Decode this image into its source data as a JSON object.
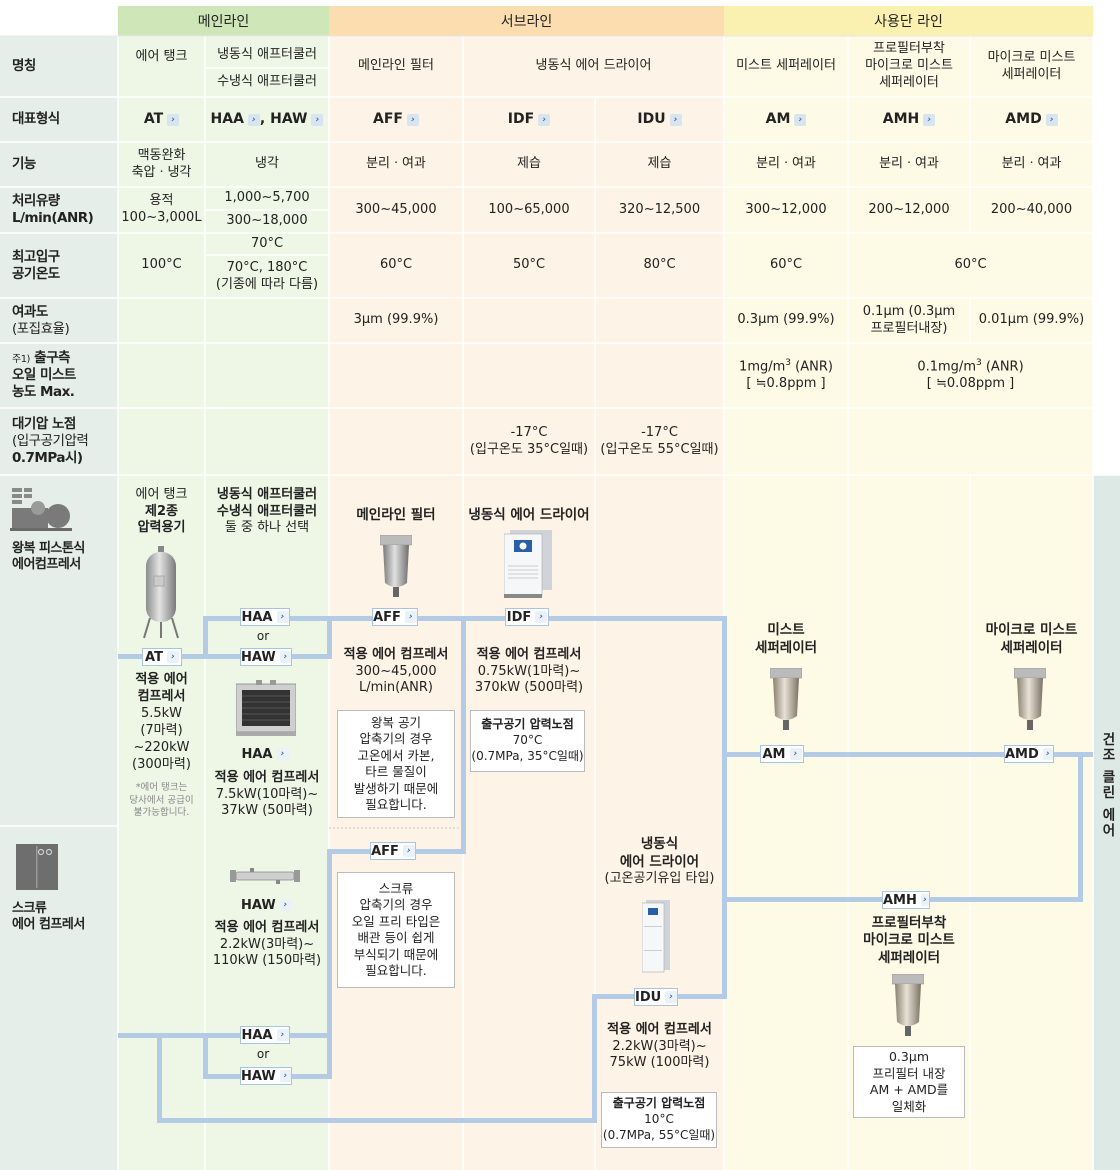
{
  "headers": {
    "main": "메인라인",
    "sub": "서브라인",
    "use": "사용단 라인"
  },
  "row_labels": {
    "name": [
      "명칭"
    ],
    "model": [
      "대표형식"
    ],
    "function": [
      "기능"
    ],
    "flow": [
      "처리유량",
      "L/min(ANR)"
    ],
    "temp": [
      "최고입구",
      "공기온도"
    ],
    "filtration": [
      "여과도",
      "(포집효율)"
    ],
    "oil_prefix": "주1)",
    "oil": [
      "출구측",
      "오일 미스트",
      "농도 Max."
    ],
    "dew": [
      "대기압 노점",
      "(입구공기압력",
      "0.7MPa시)"
    ]
  },
  "names": {
    "at": "에어 탱크",
    "haa": "냉동식 애프터쿨러",
    "haw": "수냉식 애프터쿨러",
    "aff": "메인라인 필터",
    "idf_idu": "냉동식 에어 드라이어",
    "am": "미스트 세퍼레이터",
    "amh": [
      "프로필터부착",
      "마이크로 미스트",
      "세퍼레이터"
    ],
    "amd": [
      "마이크로 미스트",
      "세퍼레이터"
    ]
  },
  "models": {
    "at": "AT",
    "haa": "HAA",
    "haa_sep": ", ",
    "haw": "HAW",
    "aff": "AFF",
    "idf": "IDF",
    "idu": "IDU",
    "am": "AM",
    "amh": "AMH",
    "amd": "AMD"
  },
  "functions": {
    "at": [
      "맥동완화",
      "축압ㆍ냉각"
    ],
    "ha": "냉각",
    "aff": "분리ㆍ여과",
    "idf": "제습",
    "idu": "제습",
    "am": "분리ㆍ여과",
    "amh": "분리ㆍ여과",
    "amd": "분리ㆍ여과"
  },
  "flows": {
    "at": [
      "용적",
      "100~3,000L"
    ],
    "haa": "1,000~5,700",
    "haw": "300~18,000",
    "aff": "300~45,000",
    "idf": "100~65,000",
    "idu": "320~12,500",
    "am": "300~12,000",
    "amh": "200~12,000",
    "amd": "200~40,000"
  },
  "temps": {
    "at": "100°C",
    "haa": "70°C",
    "haw": [
      "70°C, 180°C",
      "(기종에 따라 다름)"
    ],
    "aff": "60°C",
    "idf": "50°C",
    "idu": "80°C",
    "am": "60°C",
    "amh_amd": "60°C"
  },
  "filtration": {
    "aff": "3μm (99.9%)",
    "am": "0.3μm (99.9%)",
    "amh": [
      "0.1μm (0.3μm",
      "프로필터내장)"
    ],
    "amd": "0.01μm (99.9%)"
  },
  "oil": {
    "am": {
      "main": "1mg/m",
      "sup": "3",
      "rest": " (ANR)",
      "line2": "[ ≒0.8ppm ]"
    },
    "amh_amd": {
      "main": "0.1mg/m",
      "sup": "3",
      "rest": " (ANR)",
      "line2": "[ ≒0.08ppm ]"
    }
  },
  "dew": {
    "idf": [
      "-17°C",
      "(입구온도 35°C일때)"
    ],
    "idu": [
      "-17°C",
      "(입구온도 55°C일때)"
    ]
  },
  "flow_diagram": {
    "piston": [
      "왕복 피스톤식",
      "에어컴프레서"
    ],
    "screw": [
      "스크류",
      "에어 컴프레서"
    ],
    "tank": [
      "에어 탱크",
      "제2종",
      "압력용기"
    ],
    "coolers": [
      "냉동식 애프터쿨러",
      "수냉식 애프터쿨러",
      "둘 중 하나 선택"
    ],
    "main_filter": "메인라인 필터",
    "dryer": "냉동식 에어 드라이어",
    "or": "or",
    "at_spec": [
      "적용 에어",
      "컴프레서",
      "5.5kW",
      "(7마력)",
      "~220kW",
      "(300마력)"
    ],
    "at_note": [
      "*에어 탱크는",
      "당사에서 공급이",
      "불가능합니다."
    ],
    "haa_spec": [
      "적용 에어 컴프레서",
      "7.5kW(10마력)~",
      "37kW (50마력)"
    ],
    "aff_spec": [
      "적용 에어 컴프레서",
      "300~45,000",
      "L/min(ANR)"
    ],
    "aff_note1": [
      "왕복 공기",
      "압축기의 경우",
      "고온에서 카본,",
      "타르 물질이",
      "발생하기 때문에",
      "필요합니다."
    ],
    "idf_spec": [
      "적용 에어 컴프레서",
      "0.75kW(1마력)~",
      "370kW (500마력)"
    ],
    "idf_note": [
      "출구공기 압력노점",
      "70°C",
      "(0.7MPa, 35°C일때)"
    ],
    "mist": [
      "미스트",
      "세퍼레이터"
    ],
    "micro": [
      "마이크로 미스트",
      "세퍼레이터"
    ],
    "clean": "건조 클린 에어",
    "haw_spec": [
      "적용 에어 컴프레서",
      "2.2kW(3마력)~",
      "110kW (150마력)"
    ],
    "aff_note2": [
      "스크류",
      "압축기의 경우",
      "오일 프리 타입은",
      "배관 등이 쉽게",
      "부식되기 때문에",
      "필요합니다."
    ],
    "idu_title": [
      "냉동식",
      "에어 드라이어",
      "(고온공기유입 타입)"
    ],
    "idu_spec": [
      "적용 에어 컴프레서",
      "2.2kW(3마력)~",
      "75kW (100마력)"
    ],
    "idu_note": [
      "출구공기 압력노점",
      "10°C",
      "(0.7MPa, 55°C일때)"
    ],
    "amh_title": [
      "프로필터부착",
      "마이크로 미스트",
      "세퍼레이터"
    ],
    "amh_note": [
      "0.3μm",
      "프리필터 내장",
      "AM + AMD를",
      "일체화"
    ]
  },
  "colors": {
    "main_col": "#eef6e6",
    "main_hdr": "#cfe6b8",
    "sub_col": "#fdf3e6",
    "sub_hdr": "#fbddb0",
    "use_col": "#fdfae6",
    "use_hdr": "#faf0b0",
    "label_col": "#e6eeea",
    "pipe": "#b4cbe5"
  }
}
